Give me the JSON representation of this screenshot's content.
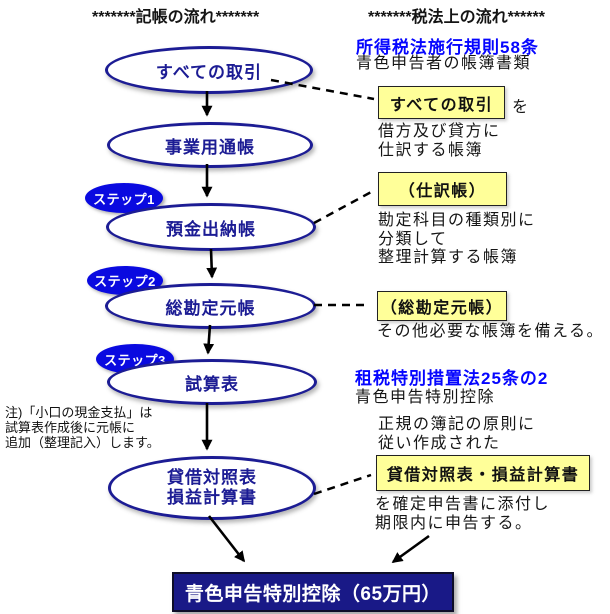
{
  "headers": {
    "left": "*******記帳の流れ*******",
    "right": "*******税法上の流れ******"
  },
  "flow": {
    "nodes": [
      {
        "label": "すべての取引"
      },
      {
        "label": "事業用通帳"
      },
      {
        "label": "預金出納帳"
      },
      {
        "label": "総勘定元帳"
      },
      {
        "label": "試算表"
      },
      {
        "label_line1": "貸借対照表",
        "label_line2": "損益計算書"
      }
    ],
    "steps": [
      "ステップ1",
      "ステップ2",
      "ステップ3"
    ],
    "note": [
      "注)「小口の現金支払」は",
      "試算表作成後に元帳に",
      "追加（整理記入）します。"
    ],
    "result": "青色申告特別控除（65万円）"
  },
  "tax": {
    "law1_title": "所得税法施行規則58条",
    "law1_subtitle": "青色申告者の帳簿書類",
    "box1": "すべての取引",
    "box1_suffix": "を",
    "box1_desc": [
      "借方及び貸方に",
      "仕訳する帳簿"
    ],
    "box2": "（仕訳帳）",
    "box2_desc": [
      "勘定科目の種類別に",
      "分類して",
      "整理計算する帳簿"
    ],
    "box3": "（総勘定元帳）",
    "box3_desc": "その他必要な帳簿を備える。",
    "law2_title": "租税特別措置法25条の2",
    "law2_subtitle": "青色申告特別控除",
    "law2_desc": [
      "正規の簿記の原則に",
      "従い作成された"
    ],
    "box4": "貸借対照表・損益計算書",
    "box4_desc": [
      "を確定申告書に添付し",
      "期限内に申告する。"
    ]
  },
  "colors": {
    "navy": "#1c1c94",
    "step-blue": "#0a0ae0",
    "highlight-yellow": "#ffff99",
    "law-blue": "#0505ff",
    "result-bg": "#191987"
  }
}
